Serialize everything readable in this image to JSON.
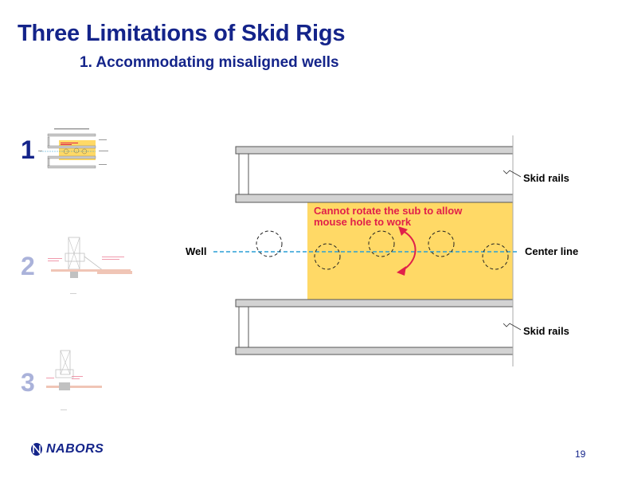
{
  "slide": {
    "title": "Three Limitations of Skid Rigs",
    "subtitle": "1. Accommodating misaligned wells",
    "page_number": "19"
  },
  "sidebar": {
    "items": [
      {
        "number": "1",
        "state": "active"
      },
      {
        "number": "2",
        "state": "inactive"
      },
      {
        "number": "3",
        "state": "inactive"
      }
    ]
  },
  "diagram": {
    "label_well": "Well",
    "label_center_line": "Center line",
    "label_skid_rails_top": "Skid rails",
    "label_skid_rails_bottom": "Skid rails",
    "annotation_line1": "Cannot rotate the sub to allow",
    "annotation_line2": "mouse hole to work",
    "colors": {
      "highlight": "#ffd966",
      "center_line": "#2a9fd6",
      "annotation": "#e0204a",
      "rail": "#d3d3d3"
    }
  },
  "logo": {
    "text": "NABORS",
    "icon": "nabors-logo-icon"
  }
}
